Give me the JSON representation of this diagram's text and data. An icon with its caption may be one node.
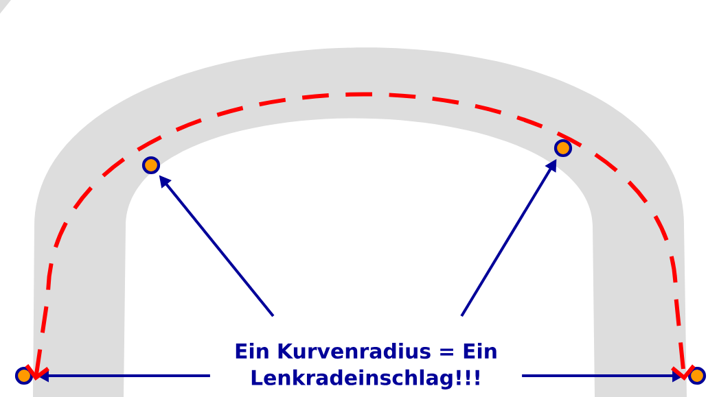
{
  "diagram": {
    "nodes": [
      {
        "text": [
          "Ein Kurvenradius = Ein Lenkradeinschlag!!!"
        ]
      },
      {
        "text": [],
        "shape": "circle"
      },
      {
        "text": [],
        "shape": "circle"
      },
      {
        "text": [],
        "shape": "circle"
      },
      {
        "text": [],
        "shape": "circle"
      }
    ],
    "edges": [
      {
        "from": 0,
        "to": 1,
        "arrow": "to"
      },
      {
        "from": 0,
        "to": 2,
        "arrow": "to"
      },
      {
        "from": 0,
        "to": 3,
        "arrow": "to"
      },
      {
        "from": 0,
        "to": 4,
        "arrow": "to"
      },
      {
        "from": 1,
        "to": 4,
        "arrow": "both",
        "style": "dashed",
        "color": "#ff0000"
      }
    ]
  }
}
